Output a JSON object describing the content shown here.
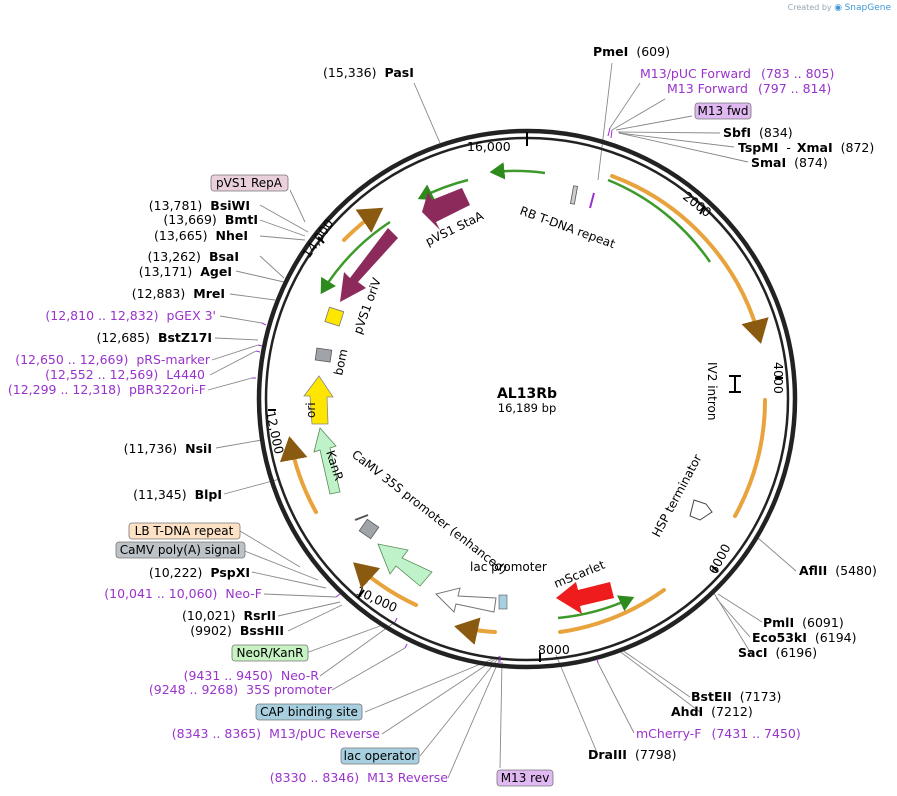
{
  "branding": {
    "created_by": "Created by",
    "app": "SnapGene"
  },
  "plasmid": {
    "name": "AL13Rb",
    "size": "16,189 bp"
  },
  "colors": {
    "backbone": "#222222",
    "enzyme": "#000000",
    "primer": "#9933cc",
    "orange_arc": "#e8a33c",
    "green_arc": "#3d9a2a",
    "staA": "#8b2a5b",
    "ori": "#ffe600",
    "kanr": "#bff2c8",
    "mscarlet": "#ee1c1c",
    "bom": "#a0a4a8",
    "tag_pink": "#ead0dc",
    "tag_peach": "#fde1c4",
    "tag_grey": "#bdc2c7",
    "tag_green": "#c7f2c1",
    "tag_blue": "#a7cfdf",
    "tag_purple": "#e0b9f2"
  },
  "ruler": [
    "2000",
    "4000",
    "6000",
    "8000",
    "10,000",
    "12,000",
    "14,000",
    "16,000"
  ],
  "inner_features": [
    "pVS1 StaA",
    "RB T-DNA repeat",
    "pVS1 oriV",
    "bom",
    "ori",
    "KanR",
    "CaMV 35S promoter (enhanced)",
    "lac promoter",
    "mScarlet",
    "HSP terminator",
    "IV2 intron"
  ],
  "enzymes": [
    {
      "name": "PmeI",
      "pos": "(609)"
    },
    {
      "name": "SbfI",
      "pos": "(834)"
    },
    {
      "name": "TspMI",
      "sep": "-",
      "name2": "XmaI",
      "pos": "(872)"
    },
    {
      "name": "SmaI",
      "pos": "(874)"
    },
    {
      "name": "PasI",
      "pos": "(15,336)"
    },
    {
      "name": "BsiWI",
      "pos": "(13,781)"
    },
    {
      "name": "BmtI",
      "pos": "(13,669)"
    },
    {
      "name": "NheI",
      "pos": "(13,665)"
    },
    {
      "name": "BsaI",
      "pos": "(13,262)"
    },
    {
      "name": "AgeI",
      "pos": "(13,171)"
    },
    {
      "name": "MreI",
      "pos": "(12,883)"
    },
    {
      "name": "BstZ17I",
      "pos": "(12,685)"
    },
    {
      "name": "NsiI",
      "pos": "(11,736)"
    },
    {
      "name": "BlpI",
      "pos": "(11,345)"
    },
    {
      "name": "PspXI",
      "pos": "(10,222)"
    },
    {
      "name": "RsrII",
      "pos": "(10,021)"
    },
    {
      "name": "BssHII",
      "pos": "(9902)"
    },
    {
      "name": "AflII",
      "pos": "(5480)"
    },
    {
      "name": "PmlI",
      "pos": "(6091)"
    },
    {
      "name": "Eco53kI",
      "pos": "(6194)"
    },
    {
      "name": "SacI",
      "pos": "(6196)"
    },
    {
      "name": "BstEII",
      "pos": "(7173)"
    },
    {
      "name": "AhdI",
      "pos": "(7212)"
    },
    {
      "name": "DraIII",
      "pos": "(7798)"
    }
  ],
  "primers": [
    {
      "name": "M13/pUC Forward",
      "pos": "(783 .. 805)"
    },
    {
      "name": "M13 Forward",
      "pos": "(797 .. 814)"
    },
    {
      "name": "pGEX 3'",
      "pos": "(12,810 .. 12,832)"
    },
    {
      "name": "pRS-marker",
      "pos": "(12,650 .. 12,669)"
    },
    {
      "name": "L4440",
      "pos": "(12,552 .. 12,569)"
    },
    {
      "name": "pBR322ori-F",
      "pos": "(12,299 .. 12,318)"
    },
    {
      "name": "Neo-F",
      "pos": "(10,041 .. 10,060)"
    },
    {
      "name": "Neo-R",
      "pos": "(9431 .. 9450)"
    },
    {
      "name": "35S promoter",
      "pos": "(9248 .. 9268)"
    },
    {
      "name": "M13/pUC Reverse",
      "pos": "(8343 .. 8365)"
    },
    {
      "name": "M13 Reverse",
      "pos": "(8330 .. 8346)"
    },
    {
      "name": "mCherry-F",
      "pos": "(7431 .. 7450)"
    }
  ],
  "tags": [
    "M13 fwd",
    "pVS1 RepA",
    "LB T-DNA repeat",
    "CaMV poly(A) signal",
    "NeoR/KanR",
    "CAP binding site",
    "lac operator",
    "M13 rev"
  ]
}
